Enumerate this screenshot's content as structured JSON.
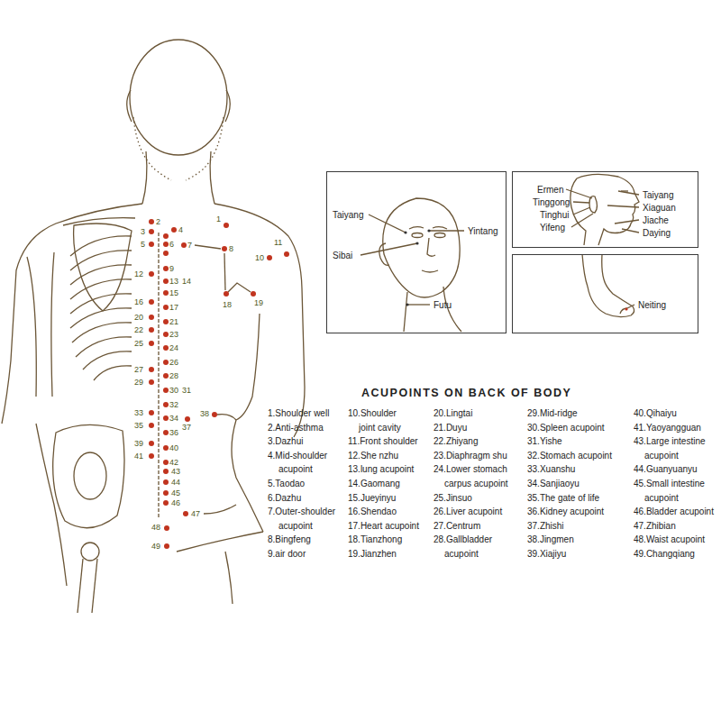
{
  "diagram": {
    "title": "ACUPOINTS ON BACK OF BODY",
    "nodes": [
      {
        "text": [
          "Taiyang",
          "Yintang",
          "Sibai",
          "Futu"
        ]
      },
      {
        "text": [
          "Ermen",
          "Tinggong",
          "Tinghui",
          "Yifeng",
          "Taiyang",
          "Xiaguan",
          "Jiache",
          "Daying"
        ]
      },
      {
        "text": [
          "Neiting"
        ]
      }
    ],
    "labels": [
      "1",
      "2",
      "3",
      "4",
      "5",
      "6",
      "7",
      "8",
      "9",
      "10",
      "11",
      "12",
      "13",
      "14",
      "15",
      "16",
      "17",
      "18",
      "19",
      "20",
      "21",
      "22",
      "23",
      "24",
      "25",
      "26",
      "27",
      "28",
      "29",
      "30",
      "31",
      "32",
      "33",
      "34",
      "35",
      "36",
      "37",
      "38",
      "39",
      "40",
      "41",
      "42",
      "43",
      "44",
      "45",
      "46",
      "47",
      "48",
      "49",
      "1.Shoulder well",
      "2.Anti-asthma",
      "3.Dazhui",
      "4.Mid-shoulder acupoint",
      "5.Taodao",
      "6.Dazhu",
      "7.Outer-shoulder acupoint",
      "8.Bingfeng",
      "9.air door",
      "10.Shoulder joint cavity",
      "11.Front shoulder",
      "12.She nzhu",
      "13.lung acupoint",
      "14.Gaomang",
      "15.Jueyinyu",
      "16.Shendao",
      "17.Heart acupoint",
      "18.Tianzhong",
      "19.Jianzhen",
      "20.Lingtai",
      "21.Duyu",
      "22.Zhiyang",
      "23.Diaphragm shu",
      "24.Lower stomach carpus acupoint",
      "25.Jinsuo",
      "26.Liver acupoint",
      "27.Centrum",
      "28.Gallbladder acupoint",
      "29.Mid-ridge",
      "30.Spleen acupoint",
      "31.Yishe",
      "32.Stomach acupoint",
      "33.Xuanshu",
      "34.Sanjiaoyu",
      "35.The gate of life",
      "36.Kidney acupoint",
      "37.Zhishi",
      "38.Jingmen",
      "39.Xiajiyu",
      "40.Qihaiyu",
      "41.Yaoyangguan",
      "43.Large intestine acupoint",
      "44.Guanyuanyu",
      "45.Small intestine acupoint",
      "46.Bladder acupoint",
      "47.Zhibian",
      "48.Waist acupoint",
      "49.Changqiang"
    ]
  }
}
